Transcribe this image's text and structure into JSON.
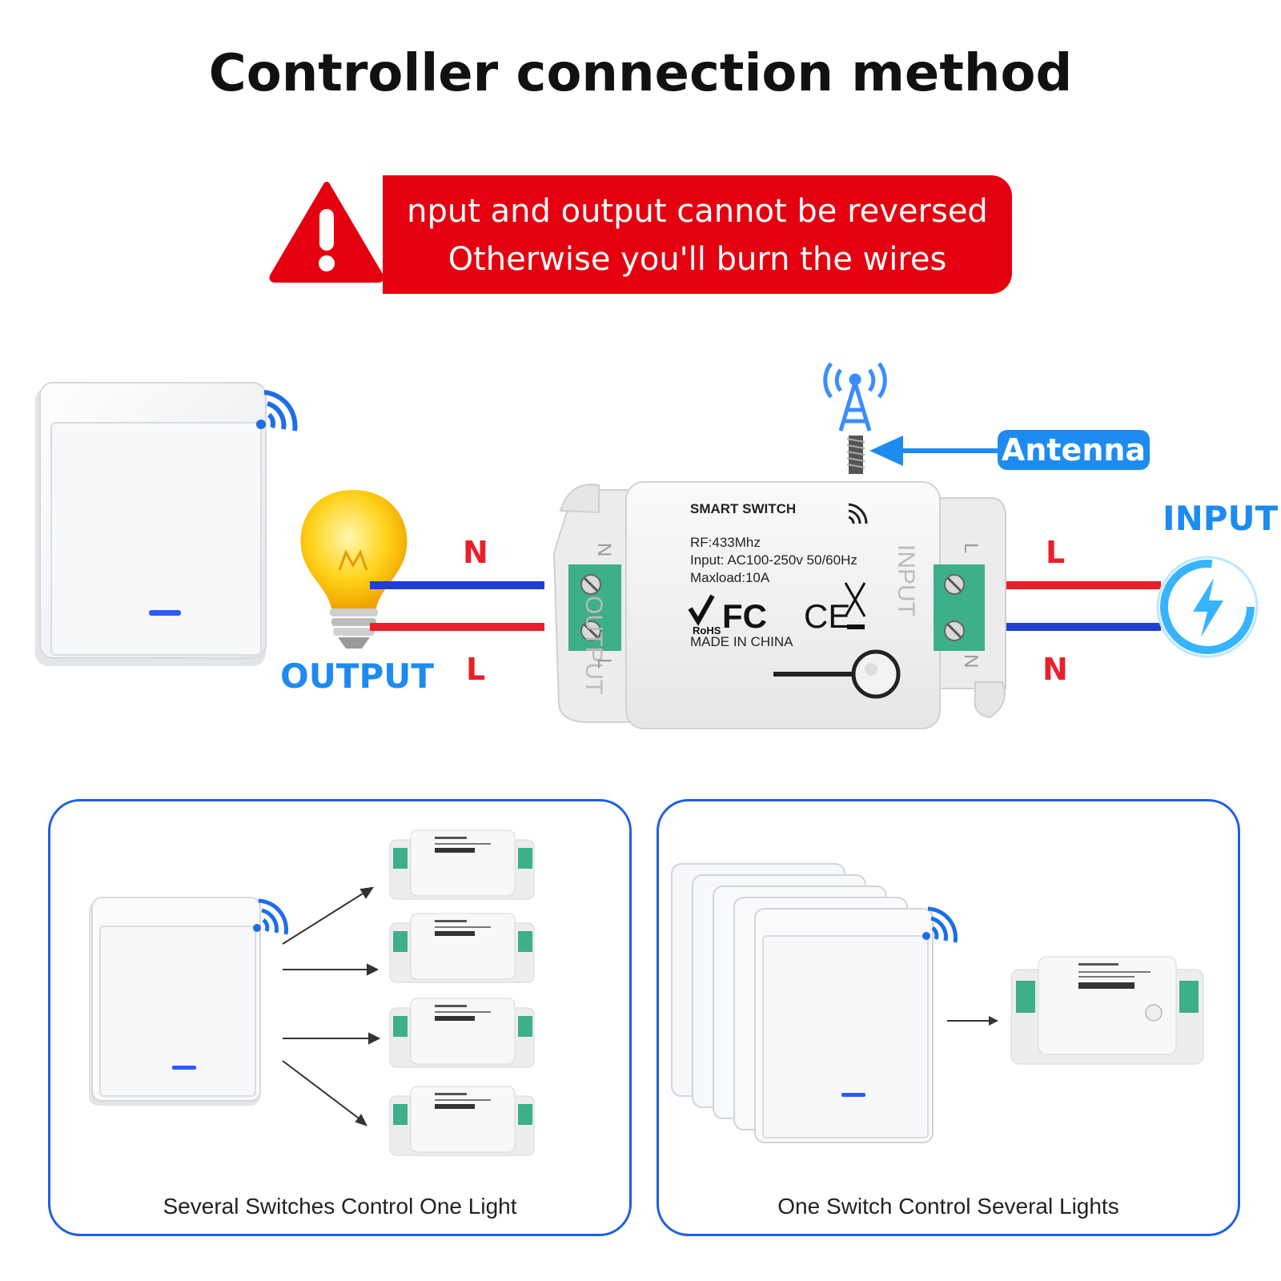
{
  "title": "Controller connection method",
  "warning": {
    "line1": "nput and output cannot be reversed",
    "line2": "Otherwise you'll burn the wires"
  },
  "diagram": {
    "antenna_label": "Antenna",
    "output_label": "OUTPUT",
    "input_label": "INPUT",
    "output_wires": {
      "top": "N",
      "bottom": "L"
    },
    "input_wires": {
      "top": "L",
      "bottom": "N"
    },
    "device": {
      "name": "SMART SWITCH",
      "rf": "RF:433Mhz",
      "input": "Input: AC100-250v 50/60Hz",
      "maxload": "Maxload:10A",
      "origin": "MADE IN CHINA",
      "left_side": "OUTPUT",
      "right_side": "INPUT",
      "left_terminals": "N L",
      "right_terminals": "L N"
    }
  },
  "panels": [
    {
      "caption": "Several Switches Control One Light"
    },
    {
      "caption": "One Switch Control Several Lights"
    }
  ],
  "colors": {
    "warning_red": "#e4000f",
    "accent_blue": "#1e8bf0",
    "wire_red": "#e8202a",
    "wire_blue": "#1f3fd0",
    "terminal_green": "#3daf8a",
    "panel_border": "#1f5fe0"
  }
}
